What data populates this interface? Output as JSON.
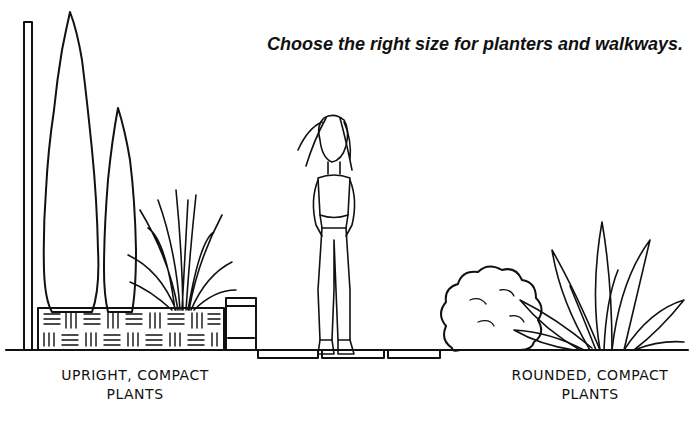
{
  "diagram": {
    "title": "Choose the right size for planters and walkways.",
    "labels": [
      "UPRIGHT, COMPACT PLANTS",
      "ROUNDED, COMPACT PLANTS"
    ]
  }
}
